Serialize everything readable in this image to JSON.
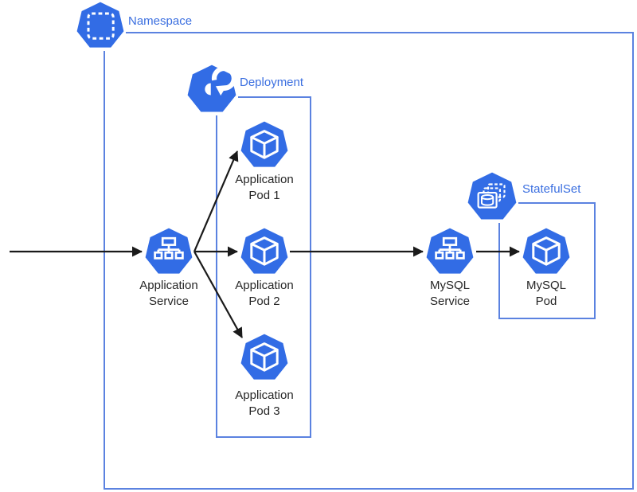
{
  "diagram": {
    "type": "kubernetes-architecture",
    "containers": {
      "namespace": {
        "label": "Namespace",
        "icon": "namespace-icon"
      },
      "deployment": {
        "label": "Deployment",
        "icon": "deployment-icon"
      },
      "statefulset": {
        "label": "StatefulSet",
        "icon": "statefulset-icon"
      }
    },
    "nodes": {
      "app_service": {
        "line1": "Application",
        "line2": "Service",
        "kind": "service",
        "icon": "service-icon"
      },
      "app_pod_1": {
        "line1": "Application",
        "line2": "Pod 1",
        "kind": "pod",
        "icon": "pod-icon"
      },
      "app_pod_2": {
        "line1": "Application",
        "line2": "Pod 2",
        "kind": "pod",
        "icon": "pod-icon"
      },
      "app_pod_3": {
        "line1": "Application",
        "line2": "Pod 3",
        "kind": "pod",
        "icon": "pod-icon"
      },
      "mysql_service": {
        "line1": "MySQL",
        "line2": "Service",
        "kind": "service",
        "icon": "service-icon"
      },
      "mysql_pod": {
        "line1": "MySQL",
        "line2": "Pod",
        "kind": "pod",
        "icon": "pod-icon"
      }
    },
    "edges": [
      {
        "from": "external-left",
        "to": "app_service"
      },
      {
        "from": "app_service",
        "to": "app_pod_1"
      },
      {
        "from": "app_service",
        "to": "app_pod_2"
      },
      {
        "from": "app_service",
        "to": "app_pod_3"
      },
      {
        "from": "app_pod_2",
        "to": "mysql_service"
      },
      {
        "from": "mysql_service",
        "to": "mysql_pod"
      }
    ]
  },
  "colors": {
    "kubernetes_blue": "#326CE5",
    "container_border": "#5B82E0",
    "container_label": "#3B6FE0",
    "node_label": "#262626",
    "arrow": "#1A1A1A",
    "background": "#FFFFFF"
  }
}
